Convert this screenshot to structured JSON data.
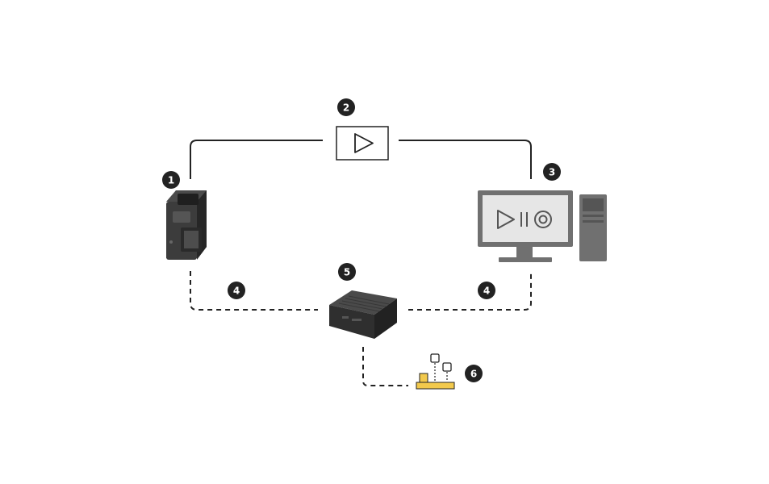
{
  "badges": {
    "camera": "1",
    "video_stream": "2",
    "workstation": "3",
    "link_left": "4",
    "link_right": "4",
    "hub": "5",
    "sensors": "6"
  },
  "colors": {
    "line": "#222222",
    "device_dark": "#3a3a3a",
    "monitor_gray": "#707070",
    "screen_bg": "#e6e6e6",
    "sensor_yellow": "#f2c94c",
    "badge_fill": "#222222"
  },
  "icons": {
    "camera": "body-camera-icon",
    "video": "play-icon",
    "workstation": "desktop-computer-icon",
    "hub": "docking-hub-icon",
    "sensors": "io-sensor-icon"
  }
}
